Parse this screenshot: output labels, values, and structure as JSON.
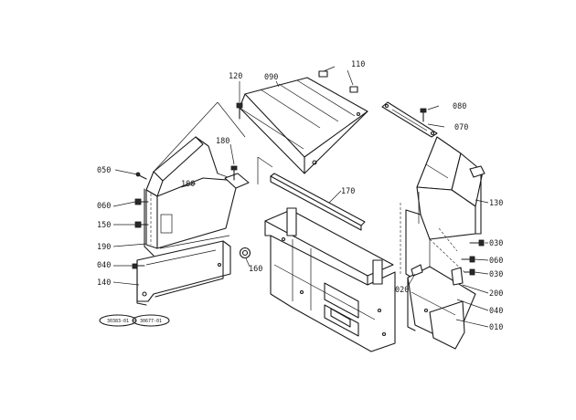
{
  "diagram": {
    "part_labels": {
      "p010": "010",
      "p020": "020",
      "p030a": "030",
      "p030b": "030",
      "p040a": "040",
      "p040b": "040",
      "p050": "050",
      "p060a": "060",
      "p060b": "060",
      "p070": "070",
      "p080": "080",
      "p090": "090",
      "p100": "100",
      "p110": "110",
      "p120": "120",
      "p130": "130",
      "p140": "140",
      "p150": "150",
      "p160": "160",
      "p170": "170",
      "p180": "180",
      "p190": "190",
      "p200": "200"
    },
    "ref_codes": [
      "30383-01",
      "30677-01"
    ]
  }
}
